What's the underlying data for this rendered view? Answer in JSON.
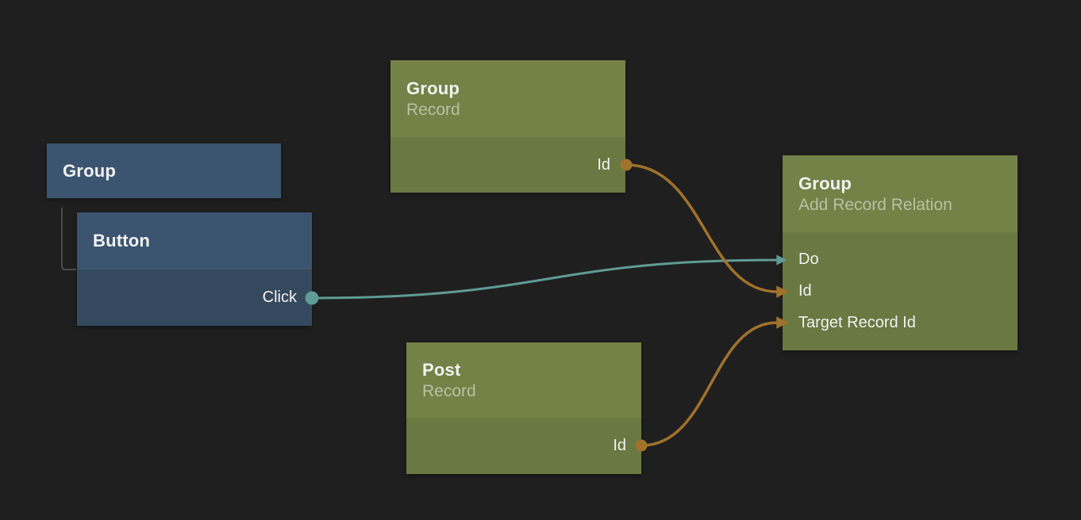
{
  "canvas": {
    "background": "#1f1f1f"
  },
  "colors": {
    "node_blue_header": "#3b5570",
    "node_blue_body": "#35495e",
    "node_green_header": "#748147",
    "node_green_body": "#6a7842",
    "wire_teal": "#5f9b97",
    "wire_orange": "#a1722b",
    "hierarchy_line": "#4b4b4b",
    "title_text": "#f2f2f2",
    "subtitle_text": "#b9c1a4"
  },
  "nodes": [
    {
      "title": "Group"
    },
    {
      "title": "Button",
      "ports_out": [
        {
          "label": "Click",
          "color": "#5f9b97"
        }
      ]
    },
    {
      "title": "Group",
      "subtitle": "Record",
      "ports_out": [
        {
          "label": "Id",
          "color": "#a1722b"
        }
      ]
    },
    {
      "title": "Post",
      "subtitle": "Record",
      "ports_out": [
        {
          "label": "Id",
          "color": "#a1722b"
        }
      ]
    },
    {
      "title": "Group",
      "subtitle": "Add Record Relation",
      "ports_in": [
        {
          "label": "Do",
          "color": "#5f9b97"
        },
        {
          "label": "Id",
          "color": "#a1722b"
        },
        {
          "label": "Target Record Id",
          "color": "#a1722b"
        }
      ]
    }
  ],
  "connections": [
    {
      "from": "Button / Click",
      "to": "Group (Add Record Relation) / Do",
      "color": "#5f9b97"
    },
    {
      "from": "Group (Record) / Id",
      "to": "Group (Add Record Relation) / Id",
      "color": "#a1722b"
    },
    {
      "from": "Post (Record) / Id",
      "to": "Group (Add Record Relation) / Target Record Id",
      "color": "#a1722b"
    }
  ],
  "hierarchy": [
    {
      "parent": "Group",
      "child": "Button"
    }
  ]
}
